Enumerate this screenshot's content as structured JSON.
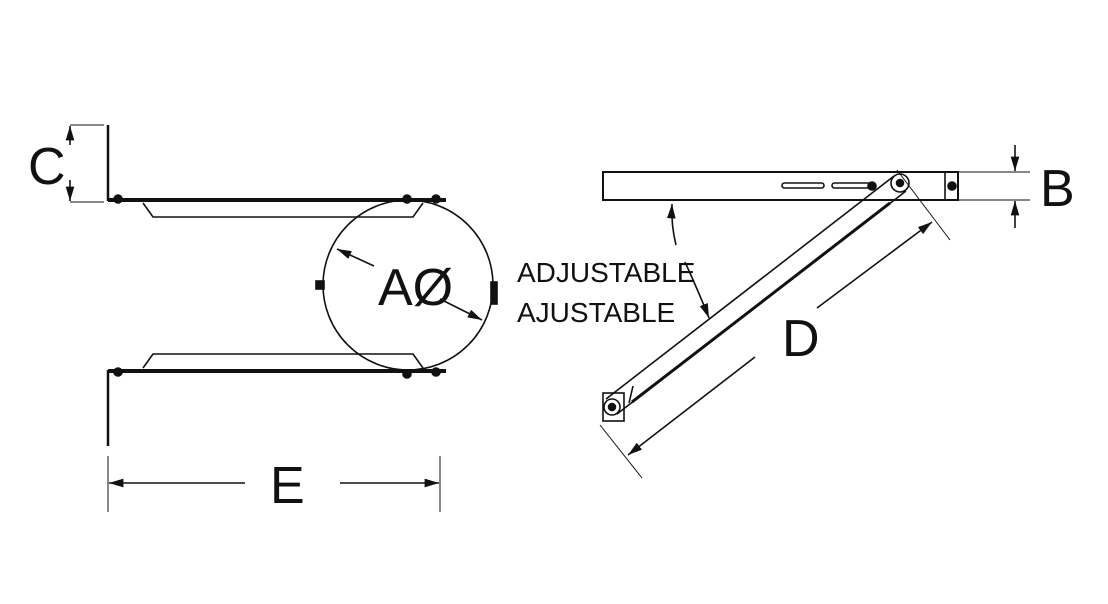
{
  "labels": {
    "c": "C",
    "a_diameter": "AØ",
    "adjustable_en": "ADJUSTABLE",
    "adjustable_fr": "AJUSTABLE",
    "b": "B",
    "d": "D",
    "e": "E"
  },
  "colors": {
    "line": "#111111",
    "background": "#ffffff"
  }
}
